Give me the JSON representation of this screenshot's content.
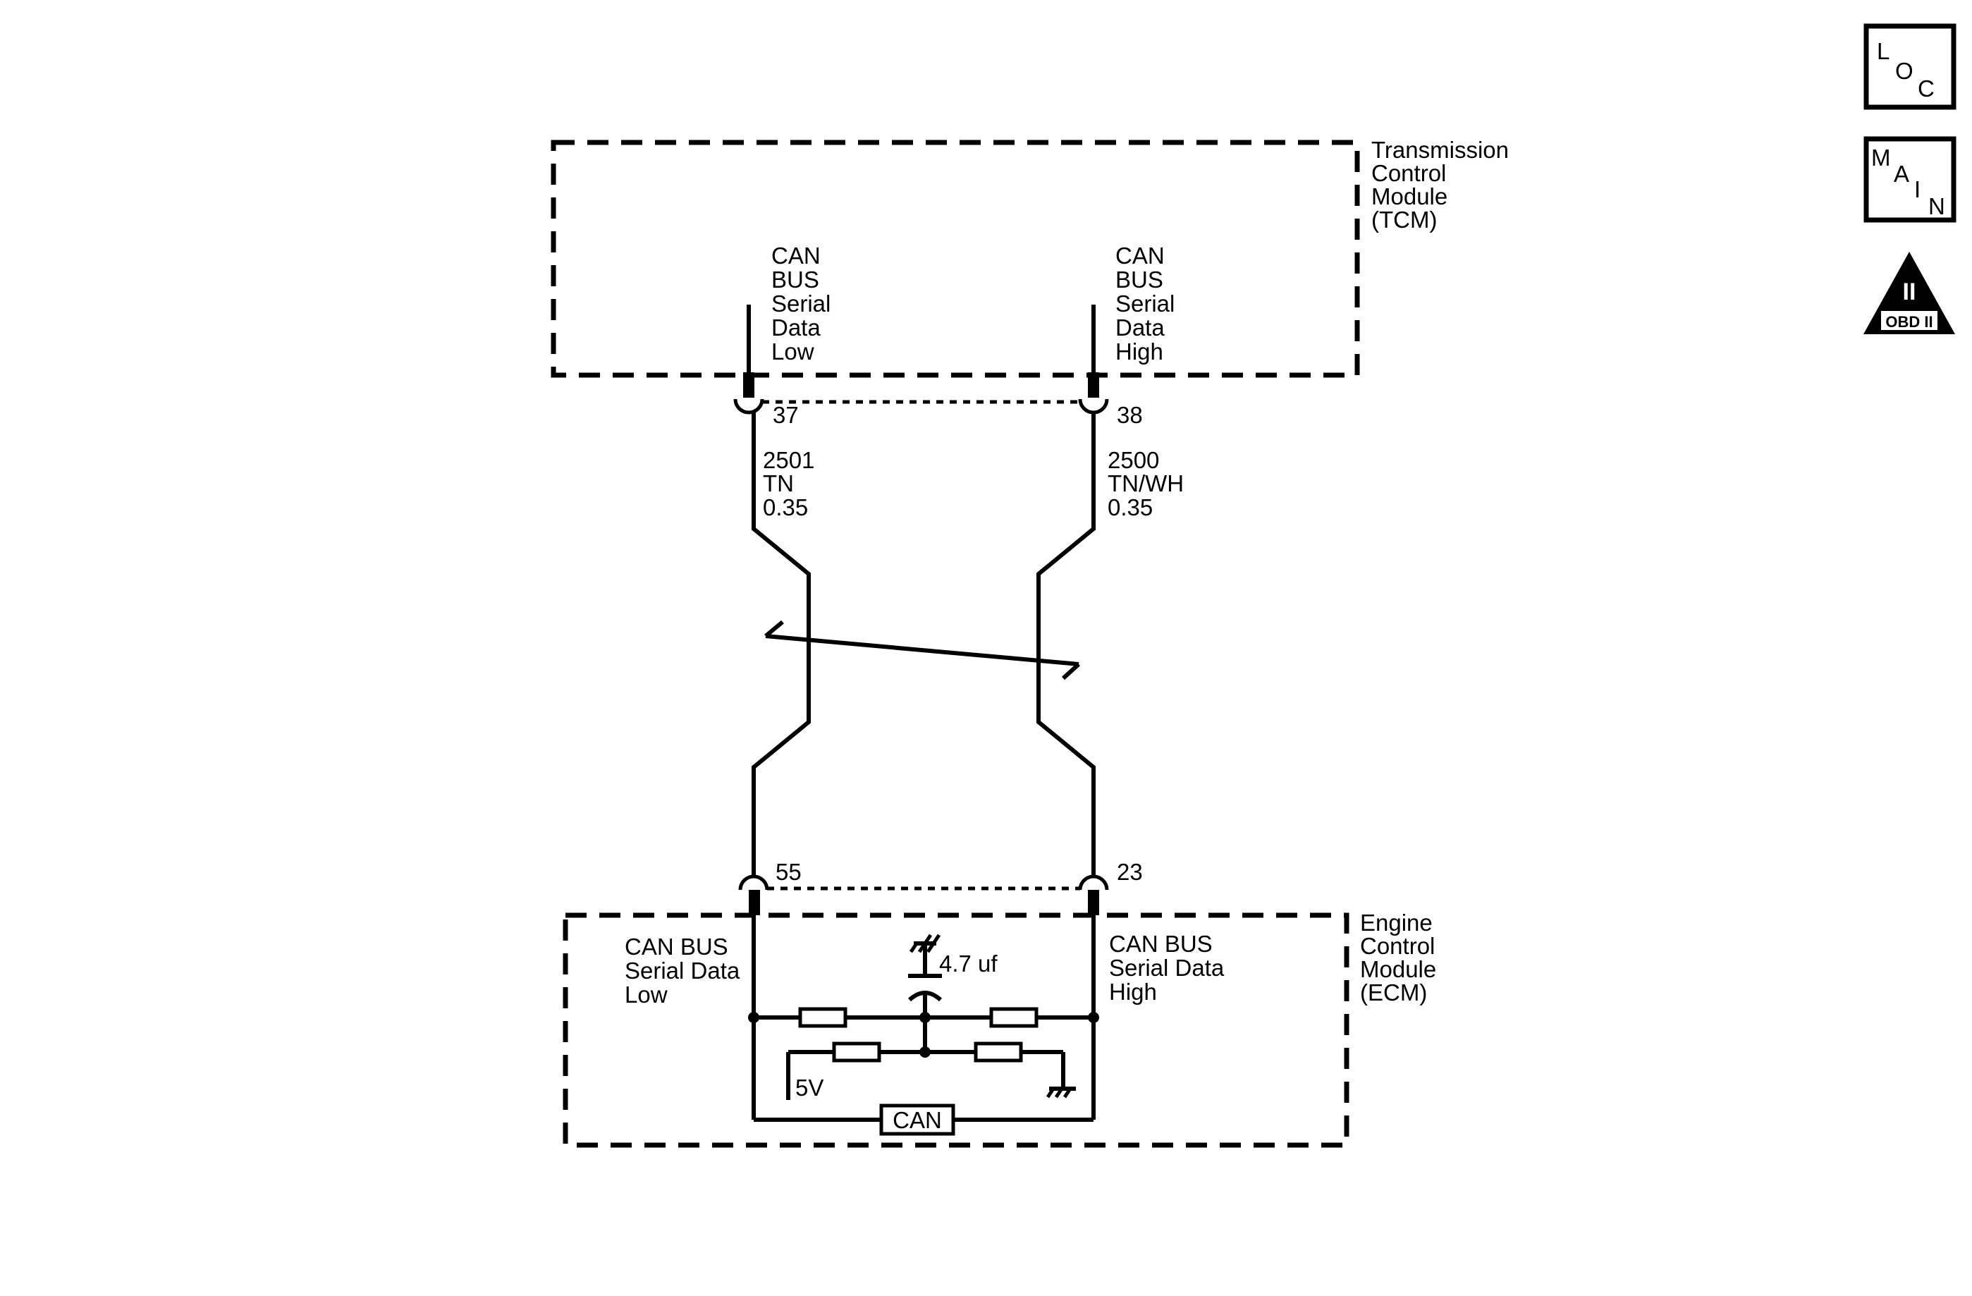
{
  "nav_buttons": {
    "loc": {
      "l": "L",
      "o": "O",
      "c": "C"
    },
    "main": {
      "m": "M",
      "a": "A",
      "i": "I",
      "n": "N"
    },
    "obd": {
      "numeral": "II",
      "label": "OBD II"
    }
  },
  "tcm": {
    "label_lines": [
      "Transmission",
      "Control",
      "Module",
      "(TCM)"
    ],
    "low_label_lines": [
      "CAN",
      "BUS",
      "Serial",
      "Data",
      "Low"
    ],
    "high_label_lines": [
      "CAN",
      "BUS",
      "Serial",
      "Data",
      "High"
    ],
    "pin_low": "37",
    "pin_high": "38"
  },
  "wires": {
    "low": {
      "circuit": "2501",
      "color": "TN",
      "size": "0.35"
    },
    "high": {
      "circuit": "2500",
      "color": "TN/WH",
      "size": "0.35"
    }
  },
  "ecm": {
    "label_lines": [
      "Engine",
      "Control",
      "Module",
      "(ECM)"
    ],
    "low_label_lines": [
      "CAN BUS",
      "Serial Data",
      "Low"
    ],
    "high_label_lines": [
      "CAN BUS",
      "Serial Data",
      "High"
    ],
    "pin_low": "55",
    "pin_high": "23",
    "capacitor_value": "4.7 uf",
    "supply_label": "5V",
    "transceiver_label": "CAN"
  }
}
